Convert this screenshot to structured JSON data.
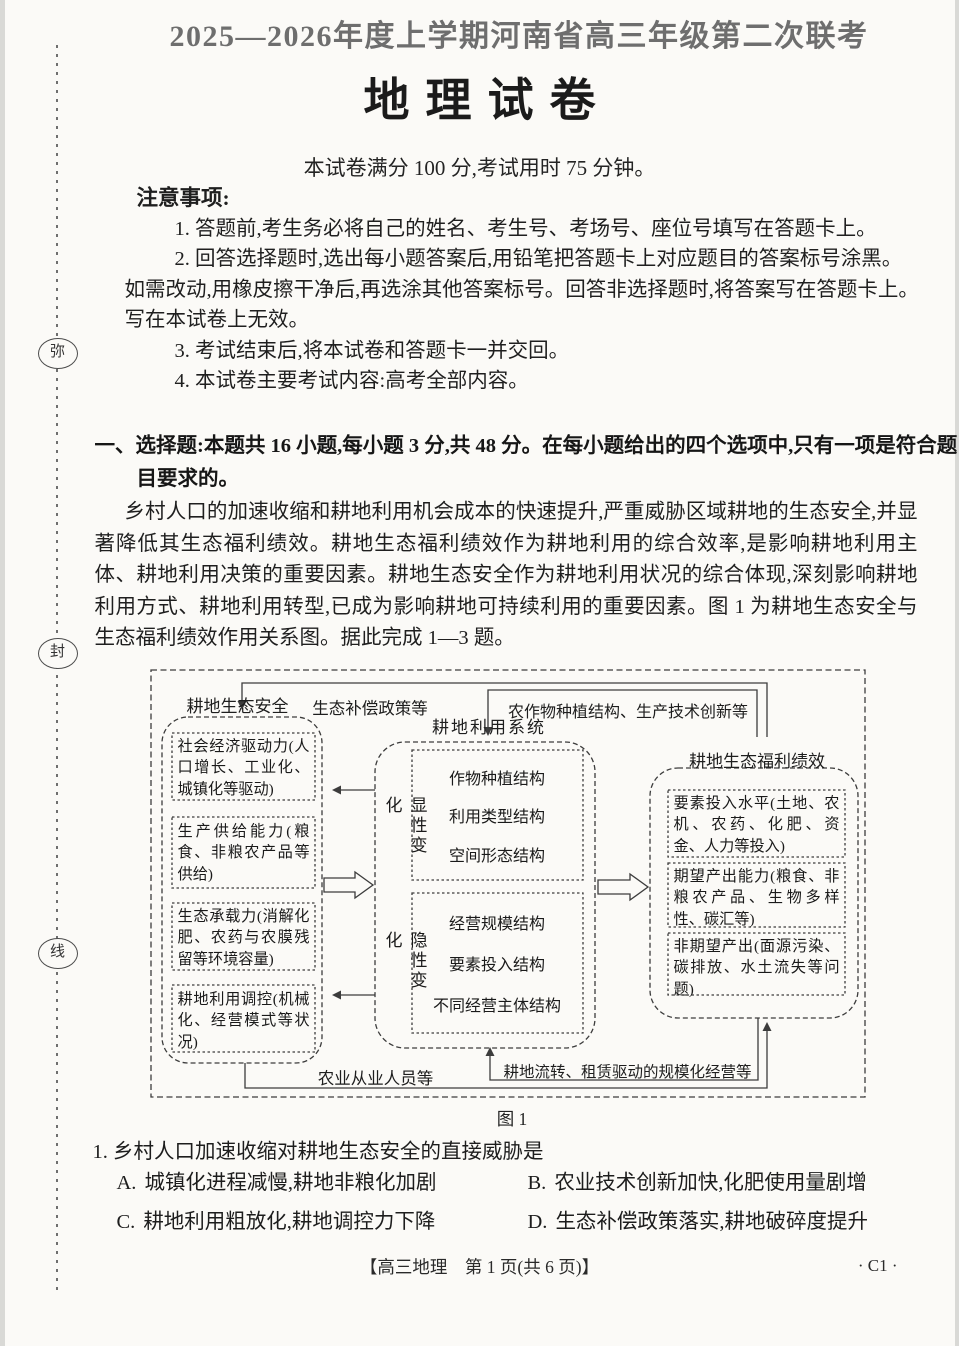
{
  "page": {
    "header_line": "2025—2026年度上学期河南省高三年级第二次联考",
    "title": "地理试卷",
    "subtitle": "本试卷满分 100 分,考试用时 75 分钟。",
    "seal_marks": [
      "弥",
      "封",
      "线"
    ],
    "footer_center": "【高三地理　第 1 页(共 6 页)】",
    "footer_right": "· C1 ·"
  },
  "notice": {
    "heading": "注意事项:",
    "items": [
      "1. 答题前,考生务必将自己的姓名、考生号、考场号、座位号填写在答题卡上。",
      "2. 回答选择题时,选出每小题答案后,用铅笔把答题卡上对应题目的答案标号涂黑。如需改动,用橡皮擦干净后,再选涂其他答案标号。回答非选择题时,将答案写在答题卡上。写在本试卷上无效。",
      "3. 考试结束后,将本试卷和答题卡一并交回。",
      "4. 本试卷主要考试内容:高考全部内容。"
    ]
  },
  "section": {
    "heading": "一、选择题:本题共 16 小题,每小题 3 分,共 48 分。在每小题给出的四个选项中,只有一项是符合题目要求的。",
    "intro": "乡村人口的加速收缩和耕地利用机会成本的快速提升,严重威胁区域耕地的生态安全,并显著降低其生态福利绩效。耕地生态福利绩效作为耕地利用的综合效率,是影响耕地利用主体、耕地利用决策的重要因素。耕地生态安全作为耕地利用状况的综合体现,深刻影响耕地利用方式、耕地利用转型,已成为影响耕地可持续利用的重要因素。图 1 为耕地生态安全与生态福利绩效作用关系图。据此完成 1—3 题。"
  },
  "diagram": {
    "caption": "图 1",
    "left_title": "耕地生态安全",
    "middle_title": "耕地利用系统",
    "right_title": "耕地生态福利绩效",
    "top_left_flow": "生态补偿政策等",
    "top_right_flow": "农作物种植结构、生产技术创新等",
    "bottom_left_flow": "农业从业人员等",
    "bottom_right_flow": "耕地流转、租赁驱动的规模化经营等",
    "explicit_change": "显性变化",
    "implicit_change": "隐性变化",
    "left_boxes": [
      "社会经济驱动力(人口增长、工业化、城镇化等驱动)",
      "生产供给能力(粮食、非粮农产品等供给)",
      "生态承载力(消解化肥、农药与农膜残留等环境容量)",
      "耕地利用调控(机械化、经营模式等状况)"
    ],
    "middle_top_lines": [
      "作物种植结构",
      "利用类型结构",
      "空间形态结构"
    ],
    "middle_bottom_lines": [
      "经营规模结构",
      "要素投入结构",
      "不同经营主体结构"
    ],
    "right_boxes": [
      "要素投入水平(土地、农机、农药、化肥、资金、人力等投入)",
      "期望产出能力(粮食、非粮农产品、生物多样性、碳汇等)",
      "非期望产出(面源污染、碳排放、水土流失等问题)"
    ]
  },
  "question1": {
    "number": "1.",
    "stem": "乡村人口加速收缩对耕地生态安全的直接威胁是",
    "options": [
      {
        "label": "A.",
        "text": "城镇化进程减慢,耕地非粮化加剧"
      },
      {
        "label": "B.",
        "text": "农业技术创新加快,化肥使用量剧增"
      },
      {
        "label": "C.",
        "text": "耕地利用粗放化,耕地调控力下降"
      },
      {
        "label": "D.",
        "text": "生态补偿政策落实,耕地破碎度提升"
      }
    ]
  }
}
